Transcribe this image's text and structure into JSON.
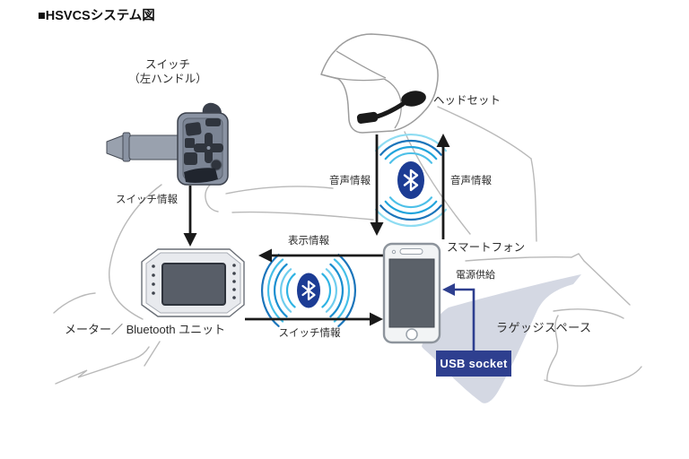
{
  "title": "■HSVCSシステム図",
  "nodes": {
    "switch": {
      "line1": "スイッチ",
      "line2": "（左ハンドル）"
    },
    "headset": {
      "label": "ヘッドセット"
    },
    "smartphone": {
      "label": "スマートフォン"
    },
    "meter": {
      "label": "メーター／ Bluetooth ユニット"
    },
    "luggage": {
      "label": "ラゲッジスペース"
    },
    "usb_socket": {
      "label": "USB socket"
    }
  },
  "connections": {
    "switch_to_meter": {
      "label": "スイッチ情報",
      "direction": "down"
    },
    "headset_audio": {
      "label": "音声情報",
      "direction": "down"
    },
    "smartphone_audio": {
      "label": "音声情報",
      "direction": "up"
    },
    "display_info": {
      "label": "表示情報",
      "direction": "left"
    },
    "switch_info": {
      "label": "スイッチ情報",
      "direction": "right"
    },
    "power_supply": {
      "label": "電源供給",
      "direction": "left"
    }
  },
  "icons": {
    "bluetooth_audio": "bluetooth-icon",
    "bluetooth_meter": "bluetooth-icon"
  },
  "colors": {
    "bluetooth_icon": "#1c3c94",
    "usb_box": "#2e3f8f",
    "power_line": "#2e3f8f",
    "luggage_fill": "#d4d8e3",
    "arrow": "#1a1a1a",
    "sketch_line": "#b9b9b9",
    "wave_blues": [
      "#8edcf2",
      "#4dc0e8",
      "#1b8fd0",
      "#2fb3e3",
      "#1b75bb"
    ]
  }
}
